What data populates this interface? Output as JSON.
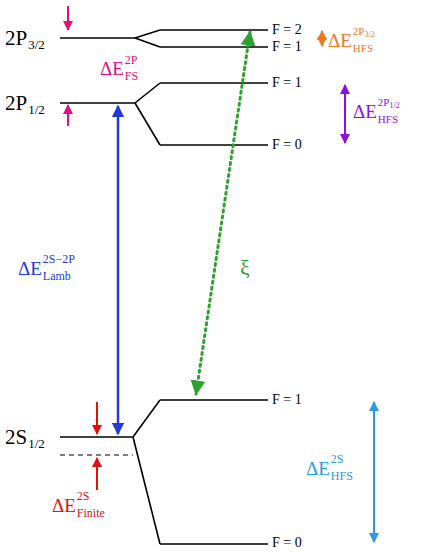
{
  "diagram": {
    "labels": [
      "2P",
      "3/2",
      "F = 2",
      "F = 1",
      "ΔE",
      "2P",
      "FS",
      "ΔE",
      "2P",
      "3/2",
      "HFS",
      "2P",
      "1/2",
      "F = 1",
      "F = 0",
      "ΔE",
      "2P",
      "1/2",
      "HFS",
      "ΔE",
      "2S−2P",
      "Lamb",
      "ξ",
      "2S",
      "1/2",
      "F = 1",
      "ΔE",
      "2S",
      "HFS",
      "F = 0",
      "ΔE",
      "2S",
      "Finite"
    ]
  }
}
